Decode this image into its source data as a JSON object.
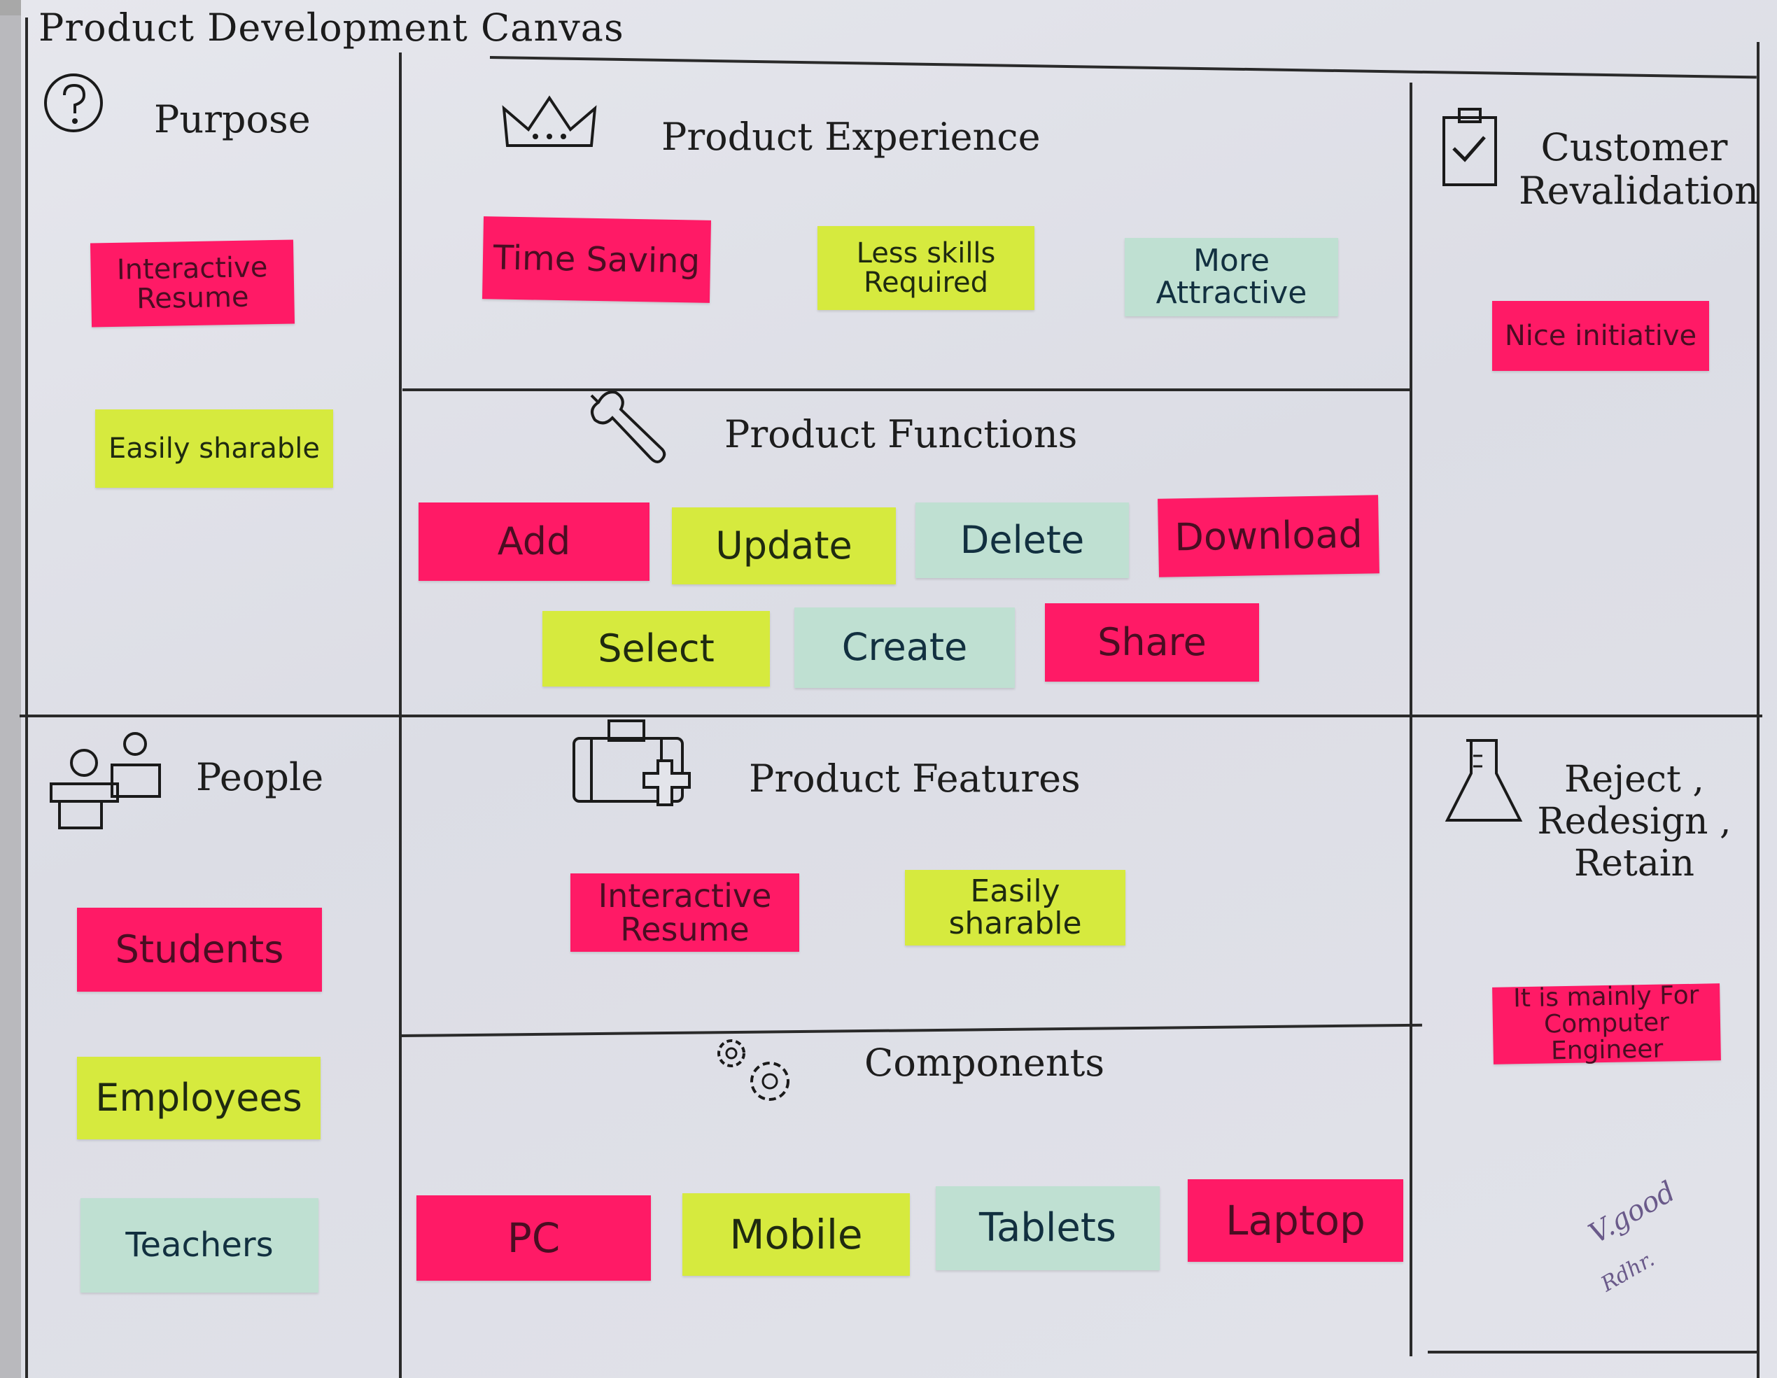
{
  "title": "Product Development Canvas",
  "sections": {
    "purpose": {
      "heading": "Purpose",
      "notes": [
        "Interactive Resume",
        "Easily sharable"
      ]
    },
    "experience": {
      "heading": "Product Experience",
      "notes": [
        "Time Saving",
        "Less skills Required",
        "More Attractive"
      ]
    },
    "customer": {
      "heading": "Customer Revalidation",
      "notes": [
        "Nice initiative"
      ]
    },
    "functions": {
      "heading": "Product Functions",
      "notes": [
        "Add",
        "Update",
        "Delete",
        "Download",
        "Select",
        "Create",
        "Share"
      ]
    },
    "people": {
      "heading": "People",
      "notes": [
        "Students",
        "Employees",
        "Teachers"
      ]
    },
    "features": {
      "heading": "Product Features",
      "notes": [
        "Interactive Resume",
        "Easily sharable"
      ]
    },
    "reject": {
      "heading": "Reject , Redesign , Retain",
      "notes": [
        "It is mainly For Computer Engineer"
      ]
    },
    "components": {
      "heading": "Components",
      "notes": [
        "PC",
        "Mobile",
        "Tablets",
        "Laptop"
      ]
    }
  },
  "signature": [
    "V.good",
    "Rdhr."
  ],
  "colors": {
    "pink": "#ff1a66",
    "green": "#d6ea3e",
    "teal": "#bfe0d2"
  },
  "icons": [
    "question-icon",
    "crown-icon",
    "clipboard-check-icon",
    "wrench-icon",
    "people-icon",
    "toolbox-icon",
    "flask-icon",
    "gears-icon"
  ]
}
